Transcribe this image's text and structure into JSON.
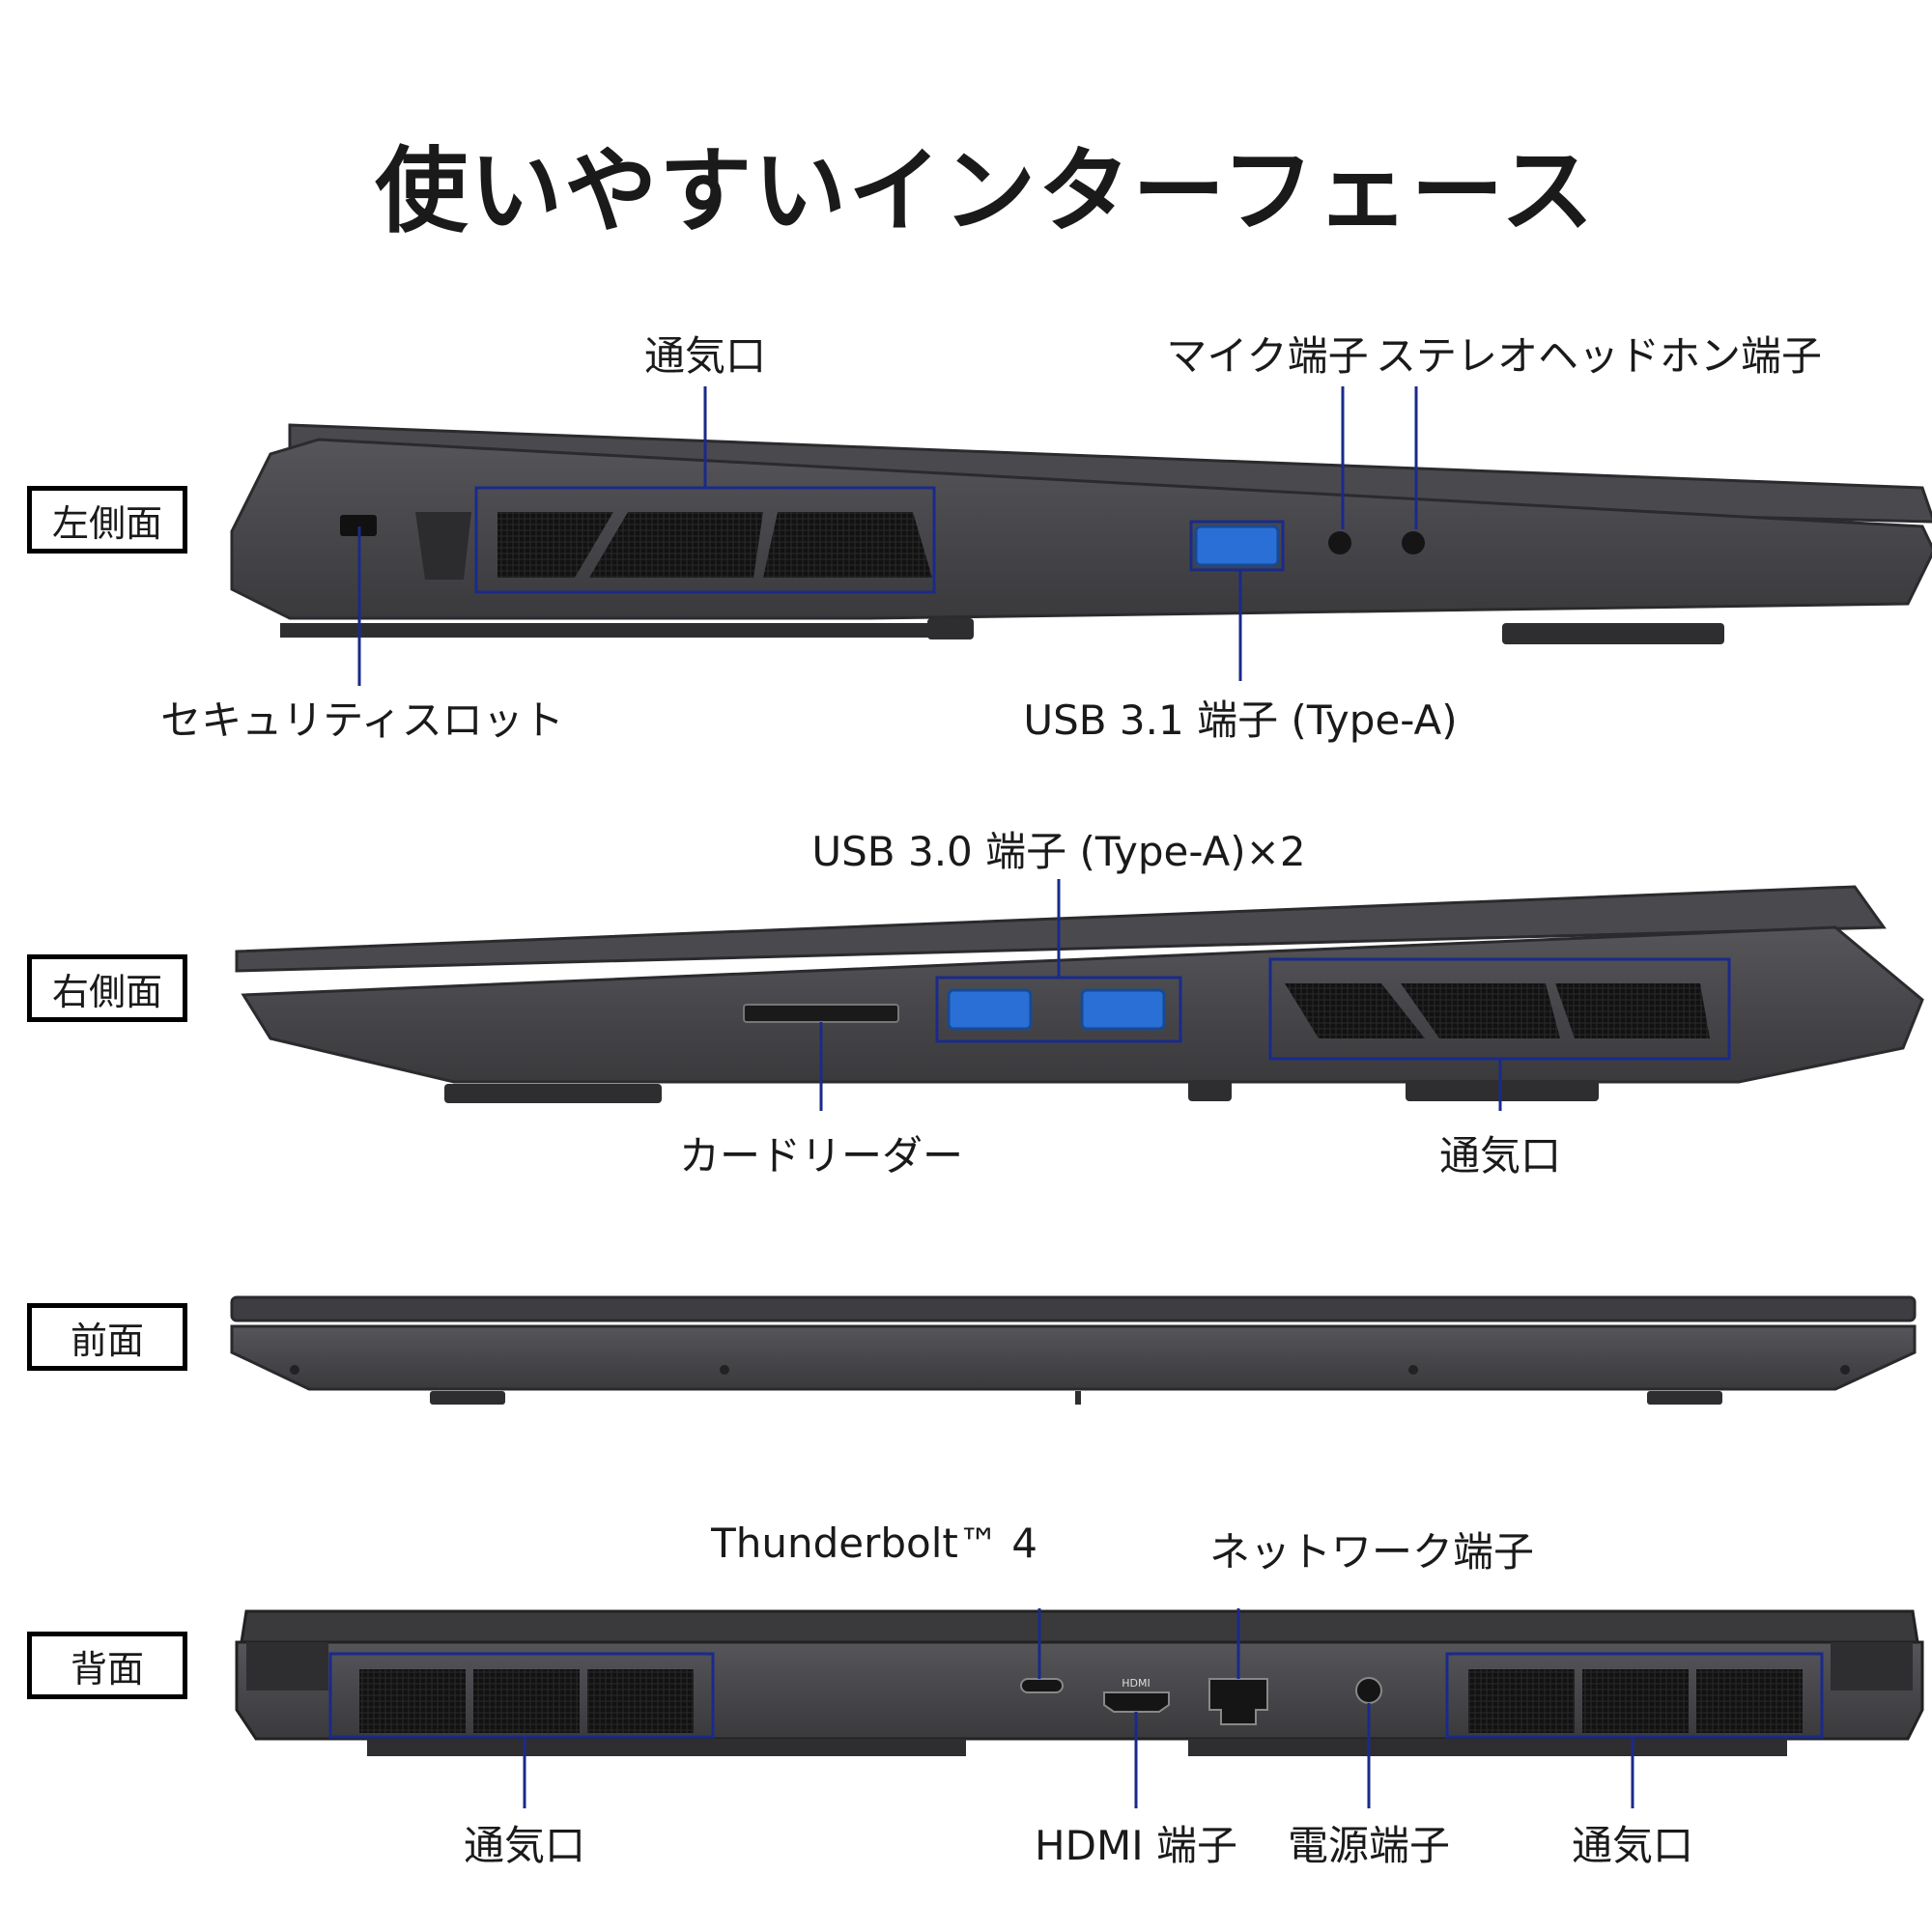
{
  "title": "使いやすいインターフェース",
  "views": {
    "left": "左側面",
    "right": "右側面",
    "front": "前面",
    "back": "背面"
  },
  "labels": {
    "left_vent": "通気口",
    "left_mic": "マイク端子",
    "left_headphone": "ステレオヘッドホン端子",
    "left_security": "セキュリティスロット",
    "left_usb31": "USB 3.1 端子 (Type-A)",
    "right_usb30": "USB 3.0 端子 (Type-A)×2",
    "right_card": "カードリーダー",
    "right_vent": "通気口",
    "back_thunderbolt": "Thunderbolt™ 4",
    "back_network": "ネットワーク端子",
    "back_vent_left": "通気口",
    "back_hdmi": "HDMI 端子",
    "back_power": "電源端子",
    "back_vent_right": "通気口"
  },
  "icon_text": {
    "hdmi": "HDMI"
  },
  "colors": {
    "callout": "#1a2a8a",
    "laptop_dark": "#3a3a3c",
    "laptop_mid": "#4d4d50",
    "vent": "#141414"
  }
}
